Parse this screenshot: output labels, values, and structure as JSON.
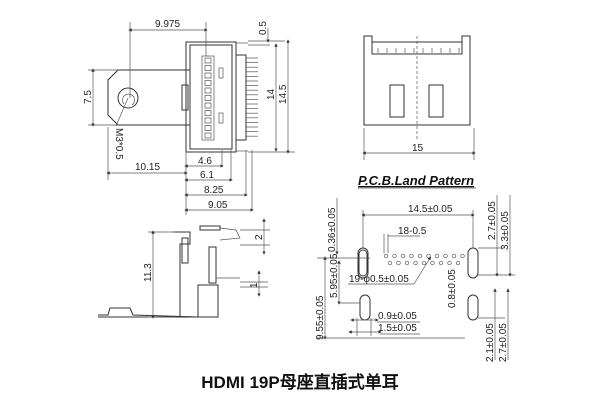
{
  "caption": "HDMI 19P母座直插式单耳",
  "front_view": {
    "dims": {
      "d9975": "9.975",
      "d05": "0.5",
      "d75": "7.5",
      "d14": "14",
      "d145": "14.5",
      "m3": "M3*0.5",
      "d1015": "10.15",
      "d46": "4.6",
      "d61": "6.1",
      "d825": "8.25",
      "d905": "9.05"
    }
  },
  "end_view": {
    "dims": {
      "d15": "15"
    }
  },
  "side_view": {
    "dims": {
      "d113": "11.3",
      "d2": "2",
      "d1": "1"
    }
  },
  "pcb": {
    "title": "P.C.B.Land Pattern",
    "dims": {
      "d145": "14.5±0.05",
      "d036": "0.36±0.05",
      "d185": "18-0.5",
      "d27a": "2.7±0.05",
      "d33": "3.3±0.05",
      "d955": "9.55±0.05",
      "d595": "5.95±0.05",
      "d19": "19-φ0.5±0.05",
      "d08": "0.8±0.05",
      "d09": "0.9±0.05",
      "d15": "1.5±0.05",
      "d21": "2.1±0.05",
      "d27b": "2.7±0.05"
    }
  }
}
